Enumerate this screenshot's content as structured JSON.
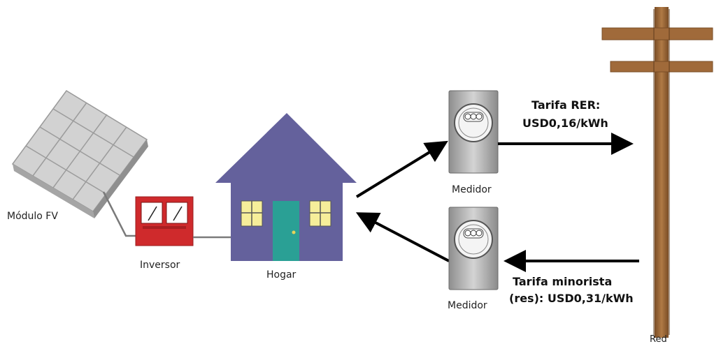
{
  "labels": {
    "pv_module": "Módulo FV",
    "inverter": "Inversor",
    "home": "Hogar",
    "meter_top": "Medidor",
    "meter_bottom": "Medidor",
    "grid": "Red"
  },
  "tariffs": {
    "rer_line1": "Tarifa RER:",
    "rer_line2": "USD0,16/kWh",
    "retail_line1": "Tarifa minorista",
    "retail_line2": "(res): USD0,31/kWh"
  },
  "colors": {
    "house": "#64619c",
    "door": "#2aa095",
    "window": "#f6ee9a",
    "inverter": "#cf2a2c",
    "pole": "#a06a3a",
    "meter": "#a9a9a9",
    "panel": "#c2c2c2"
  },
  "icons": {
    "pv_module": "solar-panel-icon",
    "inverter": "inverter-icon",
    "home": "house-icon",
    "meter": "electric-meter-icon",
    "grid": "utility-pole-icon"
  }
}
